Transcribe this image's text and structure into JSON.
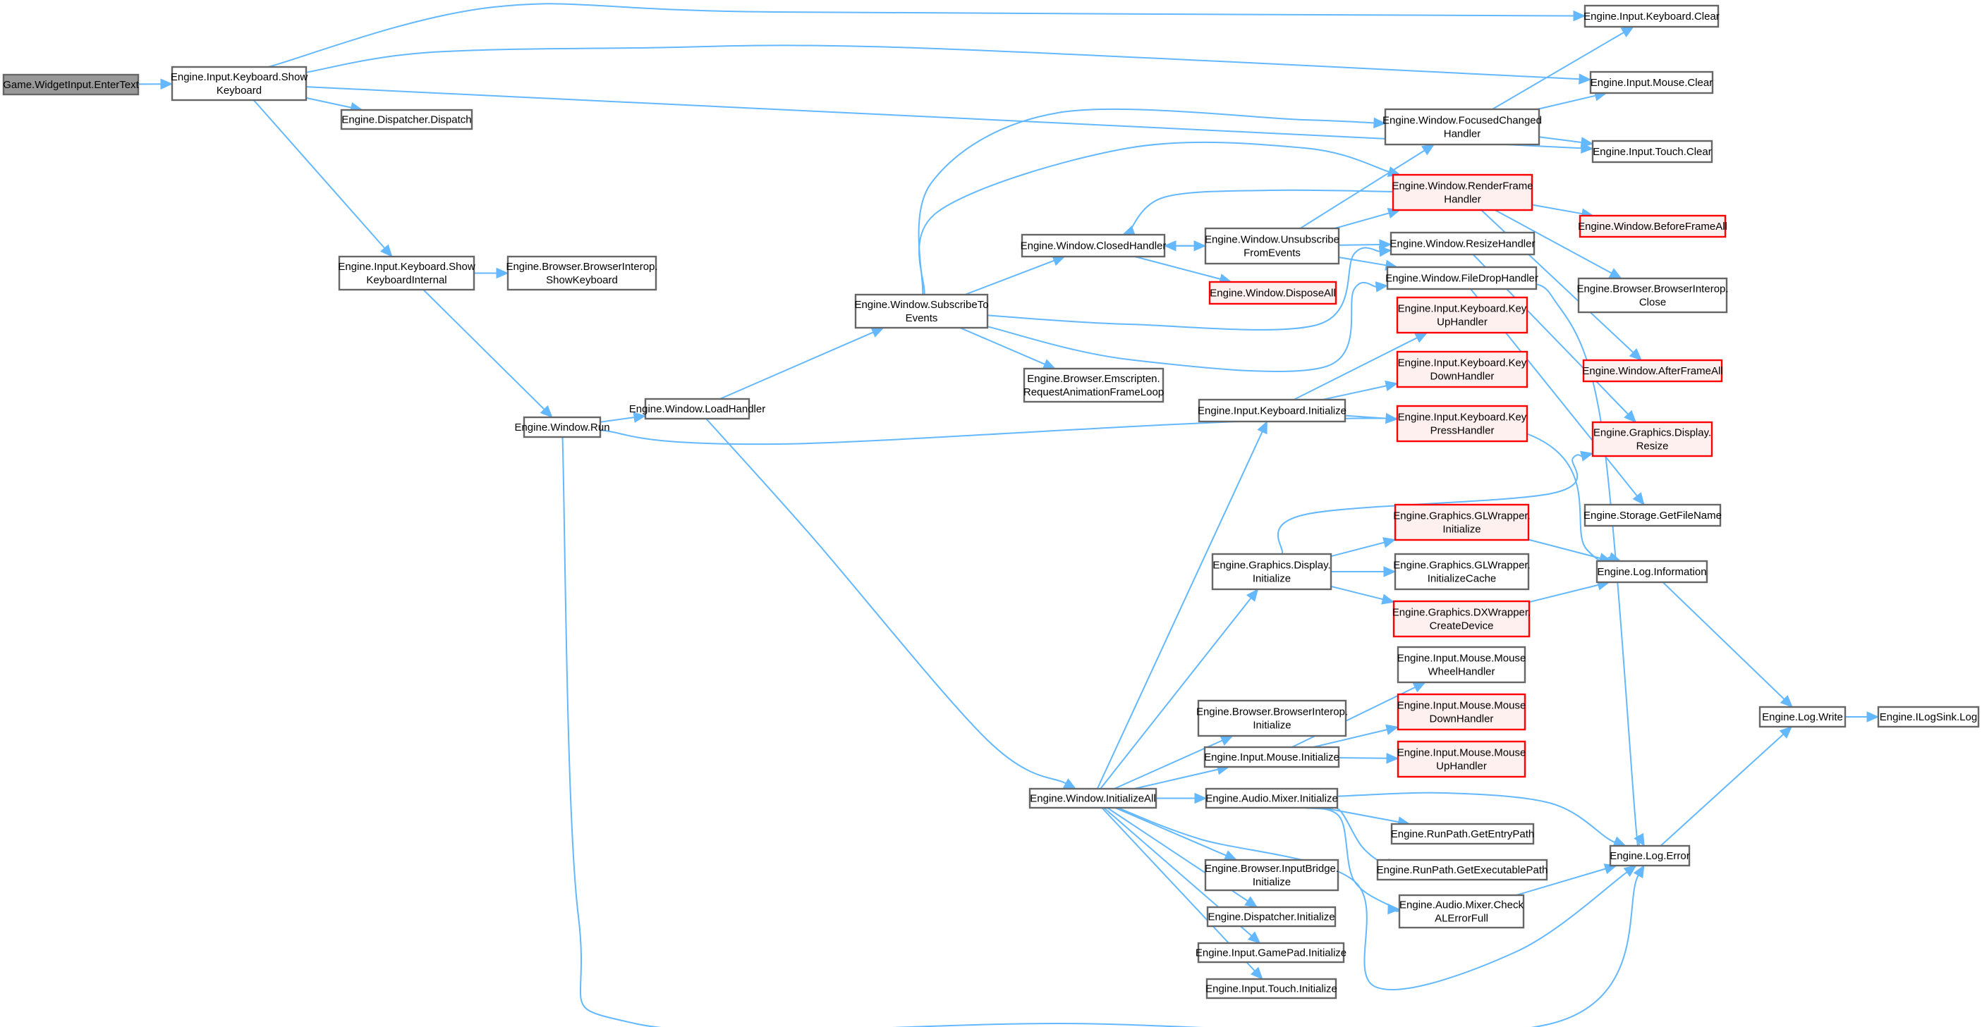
{
  "diagram": {
    "type": "call-graph",
    "colors": {
      "edge": "#63b8ff",
      "node_border": "#666666",
      "root_fill": "#999999",
      "truncated_border": "#ff0000",
      "truncated_fill": "#fff0f0"
    },
    "nodes": [
      {
        "id": "enter_text",
        "lines": [
          "Game.WidgetInput.EnterText"
        ],
        "style": "root"
      },
      {
        "id": "show_keyboard",
        "lines": [
          "Engine.Input.Keyboard.Show",
          "Keyboard"
        ],
        "style": "normal"
      },
      {
        "id": "dispatch",
        "lines": [
          "Engine.Dispatcher.Dispatch"
        ],
        "style": "normal"
      },
      {
        "id": "show_kb_internal",
        "lines": [
          "Engine.Input.Keyboard.Show",
          "KeyboardInternal"
        ],
        "style": "normal"
      },
      {
        "id": "bi_show_keyboard",
        "lines": [
          "Engine.Browser.BrowserInterop.",
          "ShowKeyboard"
        ],
        "style": "normal"
      },
      {
        "id": "window_run",
        "lines": [
          "Engine.Window.Run"
        ],
        "style": "normal"
      },
      {
        "id": "load_handler",
        "lines": [
          "Engine.Window.LoadHandler"
        ],
        "style": "normal"
      },
      {
        "id": "subscribe",
        "lines": [
          "Engine.Window.SubscribeTo",
          "Events"
        ],
        "style": "normal"
      },
      {
        "id": "emscripten",
        "lines": [
          "Engine.Browser.Emscripten.",
          "RequestAnimationFrameLoop"
        ],
        "style": "normal"
      },
      {
        "id": "closed_handler",
        "lines": [
          "Engine.Window.ClosedHandler"
        ],
        "style": "normal"
      },
      {
        "id": "unsubscribe",
        "lines": [
          "Engine.Window.Unsubscribe",
          "FromEvents"
        ],
        "style": "normal"
      },
      {
        "id": "dispose_all",
        "lines": [
          "Engine.Window.DisposeAll"
        ],
        "style": "truncated"
      },
      {
        "id": "focused_changed",
        "lines": [
          "Engine.Window.FocusedChanged",
          "Handler"
        ],
        "style": "normal"
      },
      {
        "id": "render_frame",
        "lines": [
          "Engine.Window.RenderFrame",
          "Handler"
        ],
        "style": "truncated"
      },
      {
        "id": "resize_handler",
        "lines": [
          "Engine.Window.ResizeHandler"
        ],
        "style": "normal"
      },
      {
        "id": "filedrop_handler",
        "lines": [
          "Engine.Window.FileDropHandler"
        ],
        "style": "normal"
      },
      {
        "id": "key_up",
        "lines": [
          "Engine.Input.Keyboard.Key",
          "UpHandler"
        ],
        "style": "truncated"
      },
      {
        "id": "key_down",
        "lines": [
          "Engine.Input.Keyboard.Key",
          "DownHandler"
        ],
        "style": "truncated"
      },
      {
        "id": "key_press",
        "lines": [
          "Engine.Input.Keyboard.Key",
          "PressHandler"
        ],
        "style": "truncated"
      },
      {
        "id": "keyboard_init",
        "lines": [
          "Engine.Input.Keyboard.Initialize"
        ],
        "style": "normal"
      },
      {
        "id": "keyboard_clear",
        "lines": [
          "Engine.Input.Keyboard.Clear"
        ],
        "style": "normal"
      },
      {
        "id": "mouse_clear",
        "lines": [
          "Engine.Input.Mouse.Clear"
        ],
        "style": "normal"
      },
      {
        "id": "touch_clear",
        "lines": [
          "Engine.Input.Touch.Clear"
        ],
        "style": "normal"
      },
      {
        "id": "before_frame",
        "lines": [
          "Engine.Window.BeforeFrameAll"
        ],
        "style": "truncated"
      },
      {
        "id": "bi_close",
        "lines": [
          "Engine.Browser.BrowserInterop.",
          "Close"
        ],
        "style": "normal"
      },
      {
        "id": "after_frame",
        "lines": [
          "Engine.Window.AfterFrameAll"
        ],
        "style": "truncated"
      },
      {
        "id": "display_resize",
        "lines": [
          "Engine.Graphics.Display.",
          "Resize"
        ],
        "style": "truncated"
      },
      {
        "id": "get_file_name",
        "lines": [
          "Engine.Storage.GetFileName"
        ],
        "style": "normal"
      },
      {
        "id": "display_init",
        "lines": [
          "Engine.Graphics.Display.",
          "Initialize"
        ],
        "style": "normal"
      },
      {
        "id": "gl_init",
        "lines": [
          "Engine.Graphics.GLWrapper.",
          "Initialize"
        ],
        "style": "truncated"
      },
      {
        "id": "gl_cache",
        "lines": [
          "Engine.Graphics.GLWrapper.",
          "InitializeCache"
        ],
        "style": "normal"
      },
      {
        "id": "dx_device",
        "lines": [
          "Engine.Graphics.DXWrapper.",
          "CreateDevice"
        ],
        "style": "truncated"
      },
      {
        "id": "log_info",
        "lines": [
          "Engine.Log.Information"
        ],
        "style": "normal"
      },
      {
        "id": "mouse_wheel",
        "lines": [
          "Engine.Input.Mouse.Mouse",
          "WheelHandler"
        ],
        "style": "normal"
      },
      {
        "id": "mouse_down",
        "lines": [
          "Engine.Input.Mouse.Mouse",
          "DownHandler"
        ],
        "style": "truncated"
      },
      {
        "id": "mouse_up",
        "lines": [
          "Engine.Input.Mouse.Mouse",
          "UpHandler"
        ],
        "style": "truncated"
      },
      {
        "id": "bi_init",
        "lines": [
          "Engine.Browser.BrowserInterop.",
          "Initialize"
        ],
        "style": "normal"
      },
      {
        "id": "mouse_init",
        "lines": [
          "Engine.Input.Mouse.Initialize"
        ],
        "style": "normal"
      },
      {
        "id": "init_all",
        "lines": [
          "Engine.Window.InitializeAll"
        ],
        "style": "normal"
      },
      {
        "id": "audio_init",
        "lines": [
          "Engine.Audio.Mixer.Initialize"
        ],
        "style": "normal"
      },
      {
        "id": "entry_path",
        "lines": [
          "Engine.RunPath.GetEntryPath"
        ],
        "style": "normal"
      },
      {
        "id": "exec_path",
        "lines": [
          "Engine.RunPath.GetExecutablePath"
        ],
        "style": "normal"
      },
      {
        "id": "check_al",
        "lines": [
          "Engine.Audio.Mixer.Check",
          "ALErrorFull"
        ],
        "style": "normal"
      },
      {
        "id": "input_bridge",
        "lines": [
          "Engine.Browser.InputBridge.",
          "Initialize"
        ],
        "style": "normal"
      },
      {
        "id": "dispatcher_init",
        "lines": [
          "Engine.Dispatcher.Initialize"
        ],
        "style": "normal"
      },
      {
        "id": "gamepad_init",
        "lines": [
          "Engine.Input.GamePad.Initialize"
        ],
        "style": "normal"
      },
      {
        "id": "touch_init",
        "lines": [
          "Engine.Input.Touch.Initialize"
        ],
        "style": "normal"
      },
      {
        "id": "log_error",
        "lines": [
          "Engine.Log.Error"
        ],
        "style": "normal"
      },
      {
        "id": "log_write",
        "lines": [
          "Engine.Log.Write"
        ],
        "style": "normal"
      },
      {
        "id": "ilogsink",
        "lines": [
          "Engine.ILogSink.Log"
        ],
        "style": "normal"
      }
    ],
    "edges": [
      [
        "enter_text",
        "show_keyboard"
      ],
      [
        "show_keyboard",
        "keyboard_clear"
      ],
      [
        "show_keyboard",
        "mouse_clear"
      ],
      [
        "show_keyboard",
        "touch_clear"
      ],
      [
        "show_keyboard",
        "dispatch"
      ],
      [
        "show_keyboard",
        "show_kb_internal"
      ],
      [
        "show_kb_internal",
        "bi_show_keyboard"
      ],
      [
        "show_kb_internal",
        "window_run"
      ],
      [
        "window_run",
        "load_handler"
      ],
      [
        "window_run",
        "log_info"
      ],
      [
        "window_run",
        "log_error"
      ],
      [
        "load_handler",
        "subscribe"
      ],
      [
        "load_handler",
        "init_all"
      ],
      [
        "subscribe",
        "focused_changed"
      ],
      [
        "subscribe",
        "render_frame"
      ],
      [
        "subscribe",
        "closed_handler"
      ],
      [
        "subscribe",
        "resize_handler"
      ],
      [
        "subscribe",
        "filedrop_handler"
      ],
      [
        "subscribe",
        "emscripten"
      ],
      [
        "closed_handler",
        "unsubscribe"
      ],
      [
        "closed_handler",
        "dispose_all"
      ],
      [
        "unsubscribe",
        "closed_handler"
      ],
      [
        "unsubscribe",
        "focused_changed"
      ],
      [
        "unsubscribe",
        "render_frame"
      ],
      [
        "unsubscribe",
        "resize_handler"
      ],
      [
        "unsubscribe",
        "filedrop_handler"
      ],
      [
        "render_frame",
        "closed_handler"
      ],
      [
        "render_frame",
        "before_frame"
      ],
      [
        "render_frame",
        "bi_close"
      ],
      [
        "render_frame",
        "after_frame"
      ],
      [
        "focused_changed",
        "keyboard_clear"
      ],
      [
        "focused_changed",
        "mouse_clear"
      ],
      [
        "focused_changed",
        "touch_clear"
      ],
      [
        "resize_handler",
        "display_resize"
      ],
      [
        "filedrop_handler",
        "get_file_name"
      ],
      [
        "filedrop_handler",
        "log_error"
      ],
      [
        "keyboard_init",
        "key_up"
      ],
      [
        "keyboard_init",
        "key_down"
      ],
      [
        "keyboard_init",
        "key_press"
      ],
      [
        "display_init",
        "display_resize"
      ],
      [
        "display_init",
        "gl_init"
      ],
      [
        "display_init",
        "gl_cache"
      ],
      [
        "display_init",
        "dx_device"
      ],
      [
        "gl_init",
        "log_info"
      ],
      [
        "dx_device",
        "log_info"
      ],
      [
        "log_info",
        "log_write"
      ],
      [
        "log_error",
        "log_write"
      ],
      [
        "log_write",
        "ilogsink"
      ],
      [
        "mouse_init",
        "mouse_wheel"
      ],
      [
        "mouse_init",
        "mouse_down"
      ],
      [
        "mouse_init",
        "mouse_up"
      ],
      [
        "init_all",
        "keyboard_init"
      ],
      [
        "init_all",
        "display_init"
      ],
      [
        "init_all",
        "bi_init"
      ],
      [
        "init_all",
        "mouse_init"
      ],
      [
        "init_all",
        "audio_init"
      ],
      [
        "init_all",
        "input_bridge"
      ],
      [
        "init_all",
        "dispatcher_init"
      ],
      [
        "init_all",
        "gamepad_init"
      ],
      [
        "init_all",
        "touch_init"
      ],
      [
        "init_all",
        "log_error"
      ],
      [
        "audio_init",
        "entry_path"
      ],
      [
        "audio_init",
        "exec_path"
      ],
      [
        "audio_init",
        "check_al"
      ],
      [
        "audio_init",
        "log_error"
      ],
      [
        "check_al",
        "log_error"
      ]
    ]
  }
}
